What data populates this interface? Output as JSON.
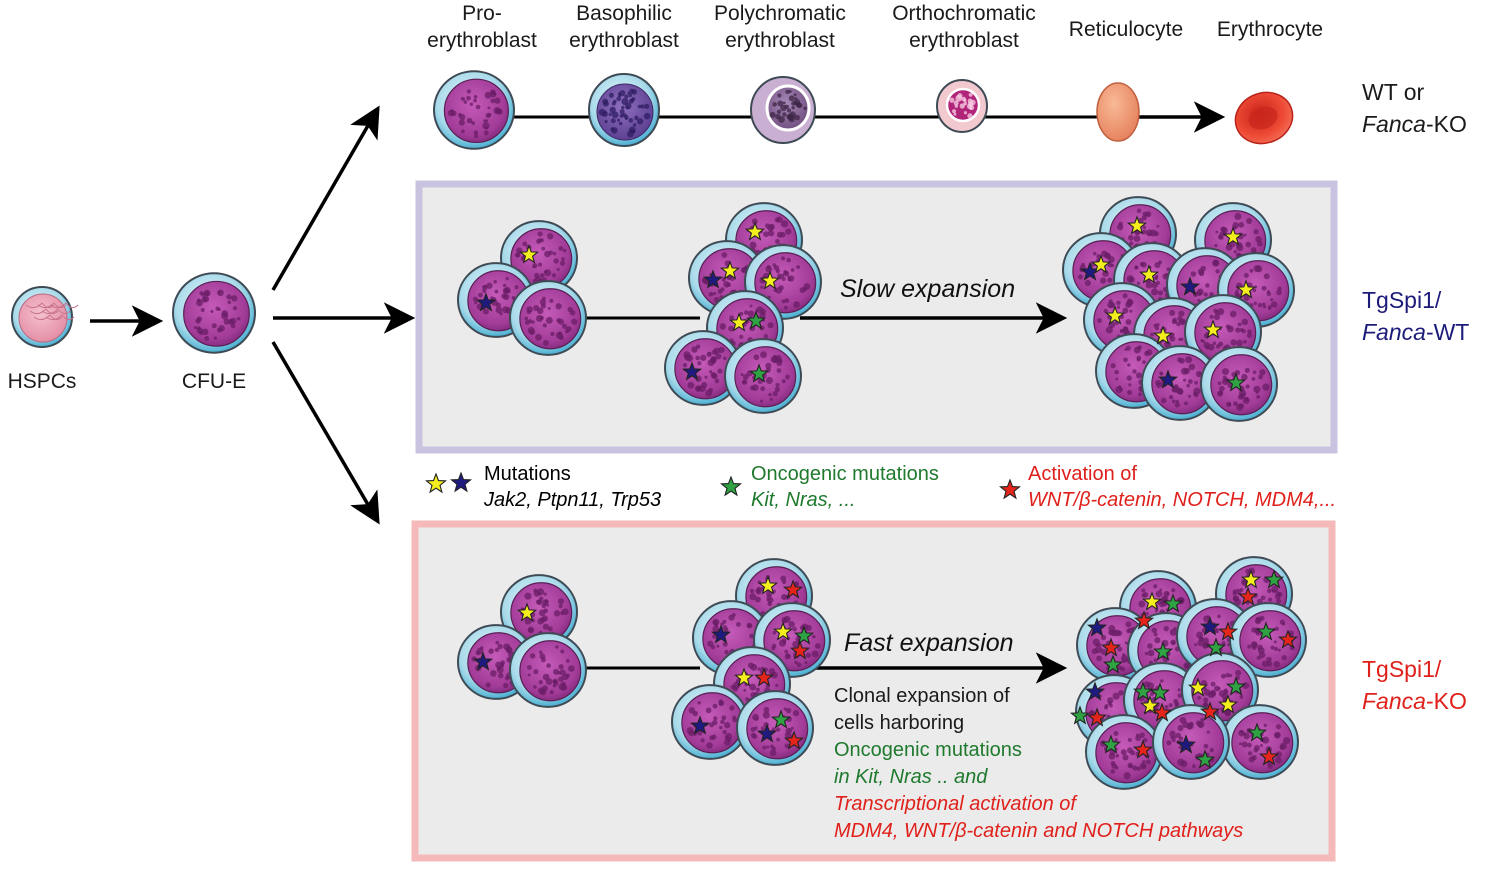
{
  "stages": [
    {
      "line1": "Pro-",
      "line2": "erythroblast"
    },
    {
      "line1": "Basophilic",
      "line2": "erythroblast"
    },
    {
      "line1": "Polychromatic",
      "line2": "erythroblast"
    },
    {
      "line1": "Orthochromatic",
      "line2": "erythroblast"
    },
    {
      "line1": "Reticulocyte",
      "line2": ""
    },
    {
      "line1": "Erythrocyte",
      "line2": ""
    }
  ],
  "left": {
    "hspc": "HSPCs",
    "cfue": "CFU-E"
  },
  "genotypes": {
    "wt": {
      "line1": "WT or",
      "line2_it": "Fanca",
      "line2_rest": "-KO"
    },
    "tgwt": {
      "line1": "TgSpi1/",
      "line2_it": "Fanca",
      "line2_rest": "-WT"
    },
    "tgko": {
      "line1": "TgSpi1/",
      "line2_it": "Fanca",
      "line2_rest": "-KO"
    }
  },
  "panels": {
    "slow": "Slow expansion",
    "fast": "Fast expansion",
    "clonal_line1": "Clonal expansion of",
    "clonal_line2": "cells harboring",
    "clonal_line3": "Oncogenic mutations",
    "clonal_line4": " in Kit, Nras .. and",
    "clonal_line5": "Transcriptional activation of",
    "clonal_line6": "MDM4, WNT/β-catenin and NOTCH pathways"
  },
  "legend": {
    "mut_title": "Mutations",
    "mut_genes": "Jak2, Ptpn11, Trp53",
    "onco_title": "Oncogenic mutations",
    "onco_genes": "Kit, Nras, ...",
    "act_title": "Activation of",
    "act_genes": "WNT/β-catenin, NOTCH, MDM4,..."
  },
  "colors": {
    "yellow_star": "#f5ee1e",
    "navy_star": "#1f1a80",
    "green_star": "#2fa343",
    "red_star": "#e5251c",
    "panel_wt_border": "#c9c3e0",
    "panel_ko_border": "#f6b9b9",
    "panel_fill": "#ebebeb"
  }
}
